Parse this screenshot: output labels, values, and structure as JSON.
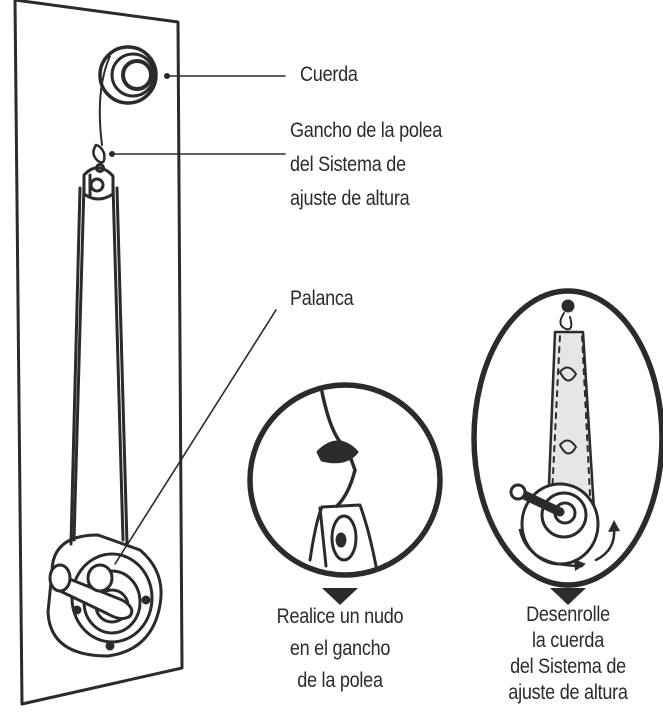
{
  "labels": {
    "cuerda": "Cuerda",
    "gancho": [
      "Gancho de la polea",
      "del Sistema de",
      "ajuste de altura"
    ],
    "palanca": "Palanca"
  },
  "captions": {
    "left": [
      "Realice un nudo",
      "en el gancho",
      "de la polea"
    ],
    "right": [
      "Desenrolle",
      "la cuerda",
      "del Sistema de",
      "ajuste de altura"
    ]
  },
  "colors": {
    "ink": "#2b2b2b",
    "background": "#ffffff",
    "shade": "#d6d6d6"
  }
}
